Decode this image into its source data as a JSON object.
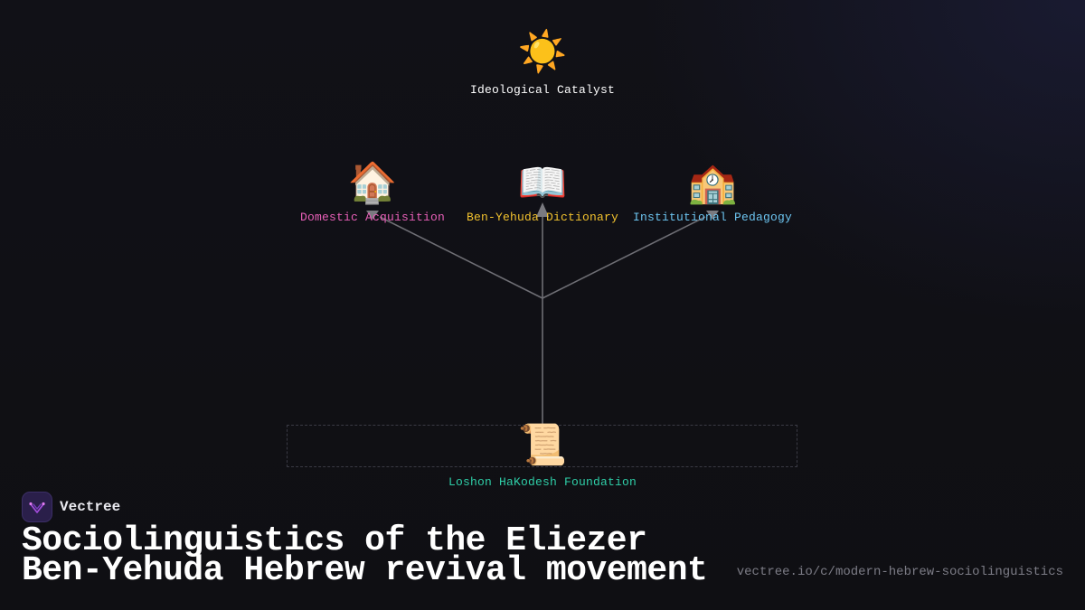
{
  "diagram": {
    "catalyst": {
      "icon": "sun-icon",
      "glyph": "☀️",
      "label": "Ideological Catalyst",
      "color": "#ffffff"
    },
    "branches": [
      {
        "icon": "house-icon",
        "glyph": "🏠",
        "label": "Domestic Acquisition",
        "color": "#e85fb8"
      },
      {
        "icon": "open-book-icon",
        "glyph": "📖",
        "label": "Ben-Yehuda Dictionary",
        "color": "#f2c22e"
      },
      {
        "icon": "school-icon",
        "glyph": "🏫",
        "label": "Institutional Pedagogy",
        "color": "#6cc4f0"
      }
    ],
    "foundation": {
      "icon": "scroll-icon",
      "glyph": "📜",
      "label": "Loshon HaKodesh Foundation",
      "color": "#2fcfa8"
    }
  },
  "footer": {
    "brand_name": "Vectree",
    "title": "Sociolinguistics of the Eliezer Ben-Yehuda Hebrew revival movement",
    "url": "vectree.io/c/modern-hebrew-sociolinguistics"
  }
}
